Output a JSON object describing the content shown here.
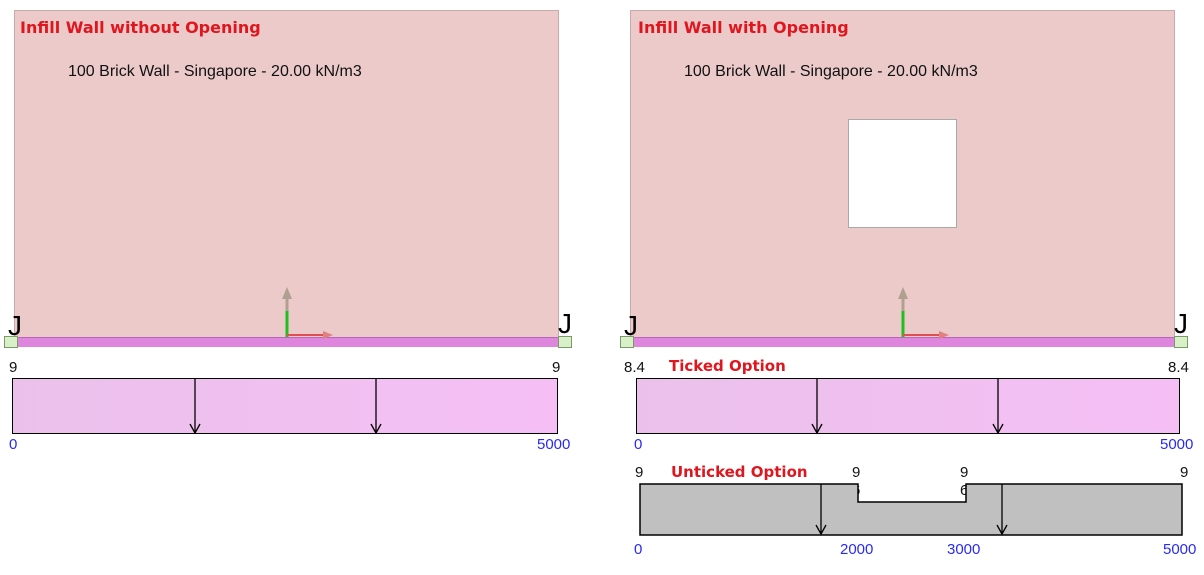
{
  "panels": {
    "left": {
      "title": "Infill Wall without Opening",
      "wall_label": "100 Brick Wall - Singapore - 20.00 kN/m3",
      "load": {
        "start_value": "9",
        "end_value": "9",
        "dim_start": "0",
        "dim_end": "5000"
      }
    },
    "right": {
      "title": "Infill Wall with Opening",
      "wall_label": "100 Brick Wall - Singapore - 20.00 kN/m3",
      "ticked": {
        "label": "Ticked Option",
        "start_value": "8.4",
        "end_value": "8.4",
        "dim_start": "0",
        "dim_end": "5000"
      },
      "unticked": {
        "label": "Unticked Option",
        "values": [
          "9",
          "9",
          "9",
          "9"
        ],
        "step_values": [
          "6",
          "6"
        ],
        "dims": [
          "0",
          "2000",
          "3000",
          "5000"
        ]
      }
    }
  },
  "colors": {
    "wall_fill": "#eccaca",
    "beam_fill": "#de86de",
    "title_red": "#e0161e",
    "dimension_blue": "#2a2af5",
    "unticked_fill": "#c0c0c0"
  }
}
